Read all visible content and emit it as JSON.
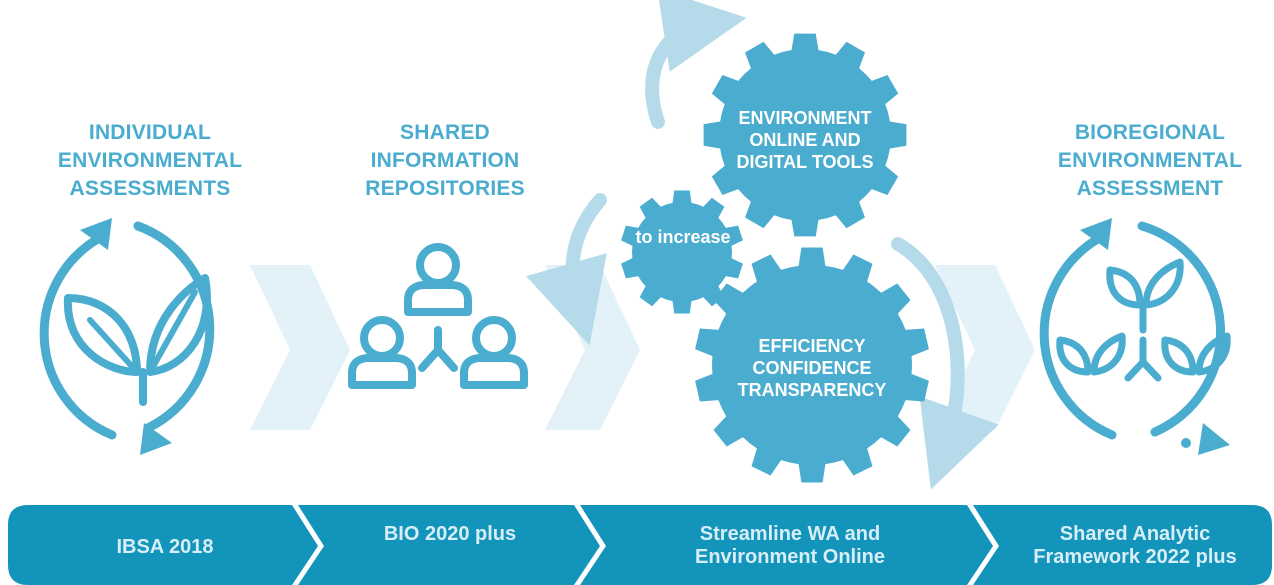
{
  "headings": {
    "stage1": "INDIVIDUAL ENVIRONMENTAL ASSESSMENTS",
    "stage2": "SHARED INFORMATION REPOSITORIES",
    "stage4": "BIOREGIONAL ENVIRONMENTAL ASSESSMENT"
  },
  "gears": {
    "top": "ENVIRONMENT ONLINE AND DIGITAL TOOLS",
    "small": "to increase",
    "bottom": "EFFICIENCY CONFIDENCE TRANSPARENCY"
  },
  "timeline": {
    "stage1": "IBSA 2018",
    "stage2": "BIO 2020 plus",
    "stage3": "Streamline WA and Environment Online",
    "stage4": "Shared Analytic Framework 2022 plus"
  },
  "icons": {
    "stage1": "cycle-sprout-icon",
    "stage2": "people-network-icon",
    "stage4": "cycle-plants-network-icon"
  },
  "colors": {
    "primary": "#4aaccf",
    "light_chevron": "#e3f1f8",
    "light_arrow": "#b5dbea",
    "band": "#1394bb",
    "band_text": "#d7eef7"
  }
}
